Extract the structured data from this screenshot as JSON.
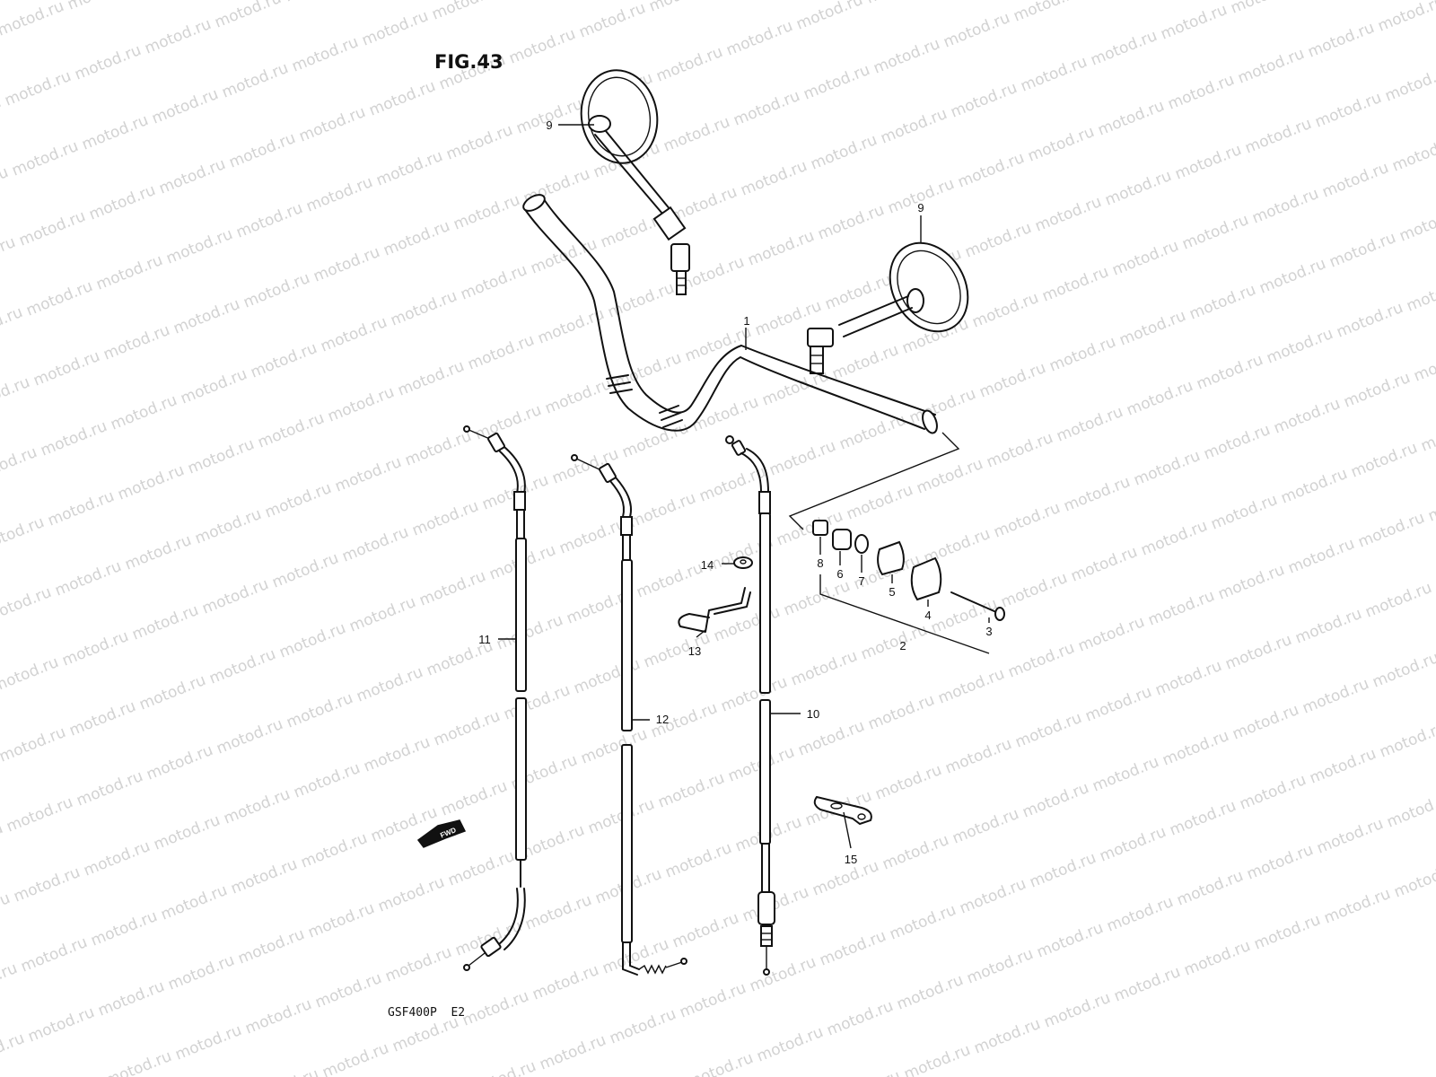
{
  "figure_title": "FIG.43",
  "model_code": "GSF400P  E2",
  "fwd_badge": "FWD",
  "watermark": "motod.ru",
  "colors": {
    "line": "#111111",
    "watermark": "#d2d2d2",
    "background": "#ffffff"
  },
  "callouts": [
    "1",
    "2",
    "3",
    "4",
    "5",
    "6",
    "7",
    "8",
    "9",
    "9",
    "10",
    "11",
    "12",
    "13",
    "14",
    "15"
  ]
}
